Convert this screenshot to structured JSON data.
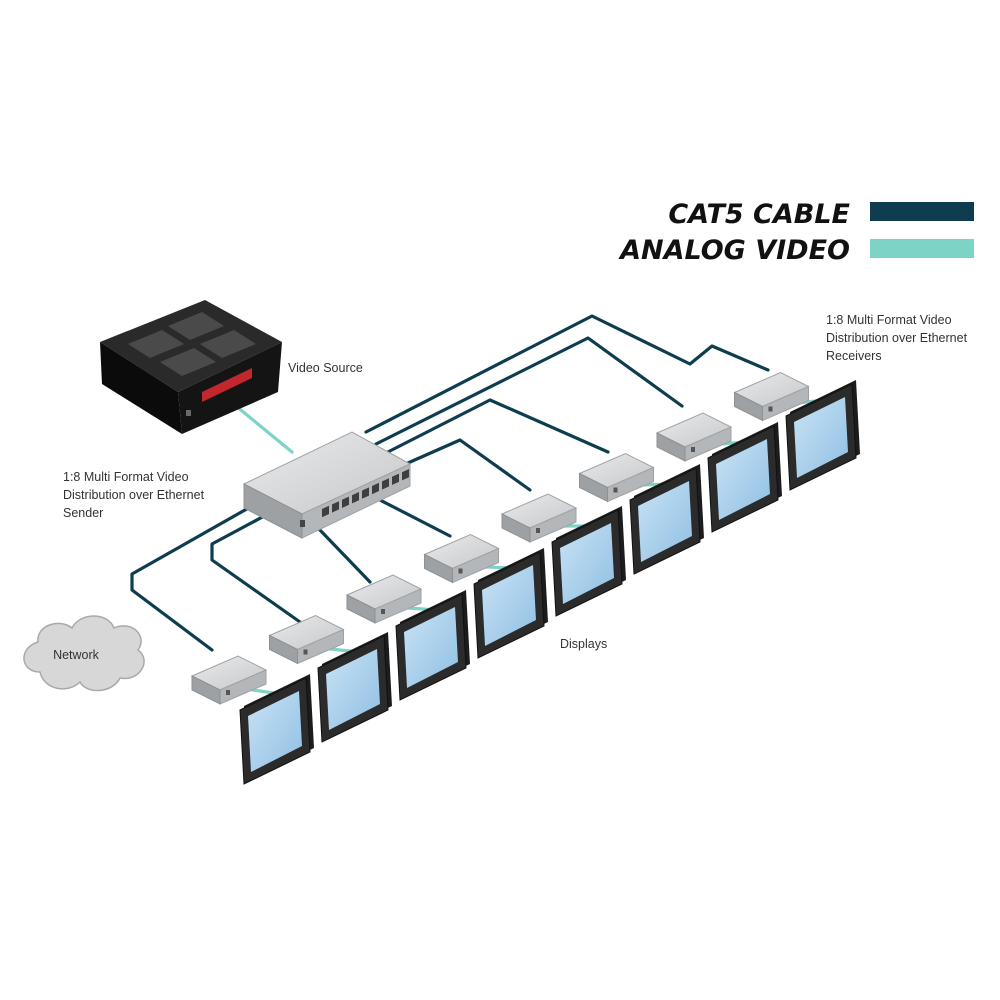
{
  "legend": {
    "cat5_label": "CAT5 CABLE",
    "analog_label": "ANALOG VIDEO",
    "cat5_color": "#0e3d4f",
    "analog_color": "#7cd3c6"
  },
  "labels": {
    "video_source": "Video Source",
    "sender": [
      "1:8 Multi Format Video",
      "Distribution over Ethernet",
      "Sender"
    ],
    "receivers": [
      "1:8 Multi Format Video",
      "Distribution over Ethernet",
      "Receivers"
    ],
    "displays": "Displays",
    "network": "Network"
  },
  "receiver_count": 8
}
